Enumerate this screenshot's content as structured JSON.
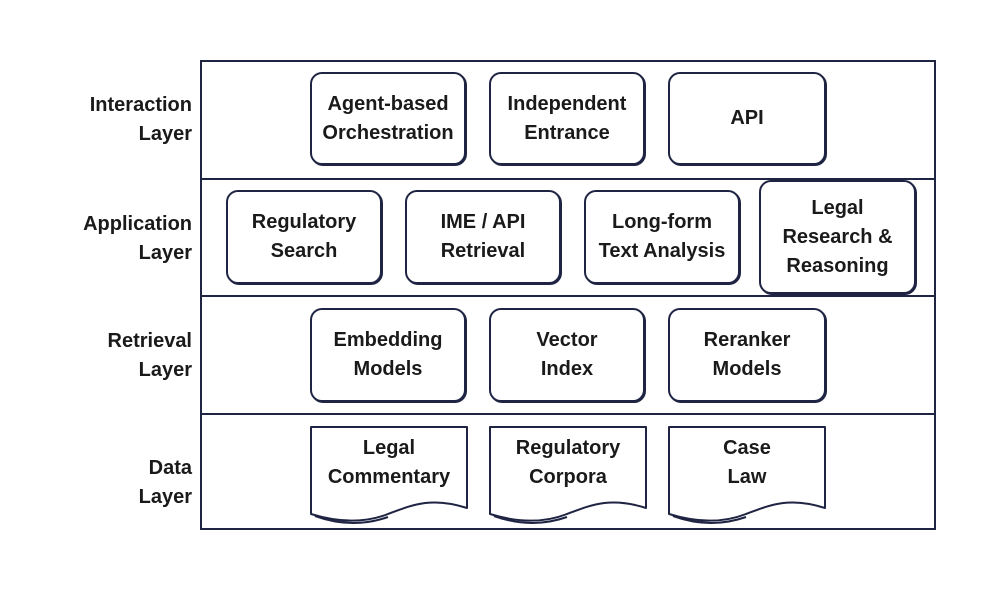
{
  "layers": [
    {
      "key": "interaction",
      "label": [
        "Interaction",
        "Layer"
      ],
      "boxes": [
        {
          "lines": [
            "Agent-based",
            "Orchestration"
          ]
        },
        {
          "lines": [
            "Independent",
            "Entrance"
          ]
        },
        {
          "lines": [
            "API"
          ]
        }
      ]
    },
    {
      "key": "application",
      "label": [
        "Application",
        "Layer"
      ],
      "boxes": [
        {
          "lines": [
            "Regulatory",
            "Search"
          ]
        },
        {
          "lines": [
            "IME / API",
            "Retrieval"
          ]
        },
        {
          "lines": [
            "Long-form",
            "Text Analysis"
          ]
        },
        {
          "lines": [
            "Legal",
            "Research &",
            "Reasoning"
          ]
        }
      ]
    },
    {
      "key": "retrieval",
      "label": [
        "Retrieval",
        "Layer"
      ],
      "boxes": [
        {
          "lines": [
            "Embedding",
            "Models"
          ]
        },
        {
          "lines": [
            "Vector",
            "Index"
          ]
        },
        {
          "lines": [
            "Reranker",
            "Models"
          ]
        }
      ]
    },
    {
      "key": "data",
      "label": [
        "Data",
        "Layer"
      ],
      "docs": [
        {
          "lines": [
            "Legal",
            "Commentary"
          ]
        },
        {
          "lines": [
            "Regulatory",
            "Corpora"
          ]
        },
        {
          "lines": [
            "Case",
            "Law"
          ]
        }
      ]
    }
  ],
  "colors": {
    "stroke": "#1f2443",
    "background": "#ffffff",
    "text": "#1a1a1a"
  }
}
